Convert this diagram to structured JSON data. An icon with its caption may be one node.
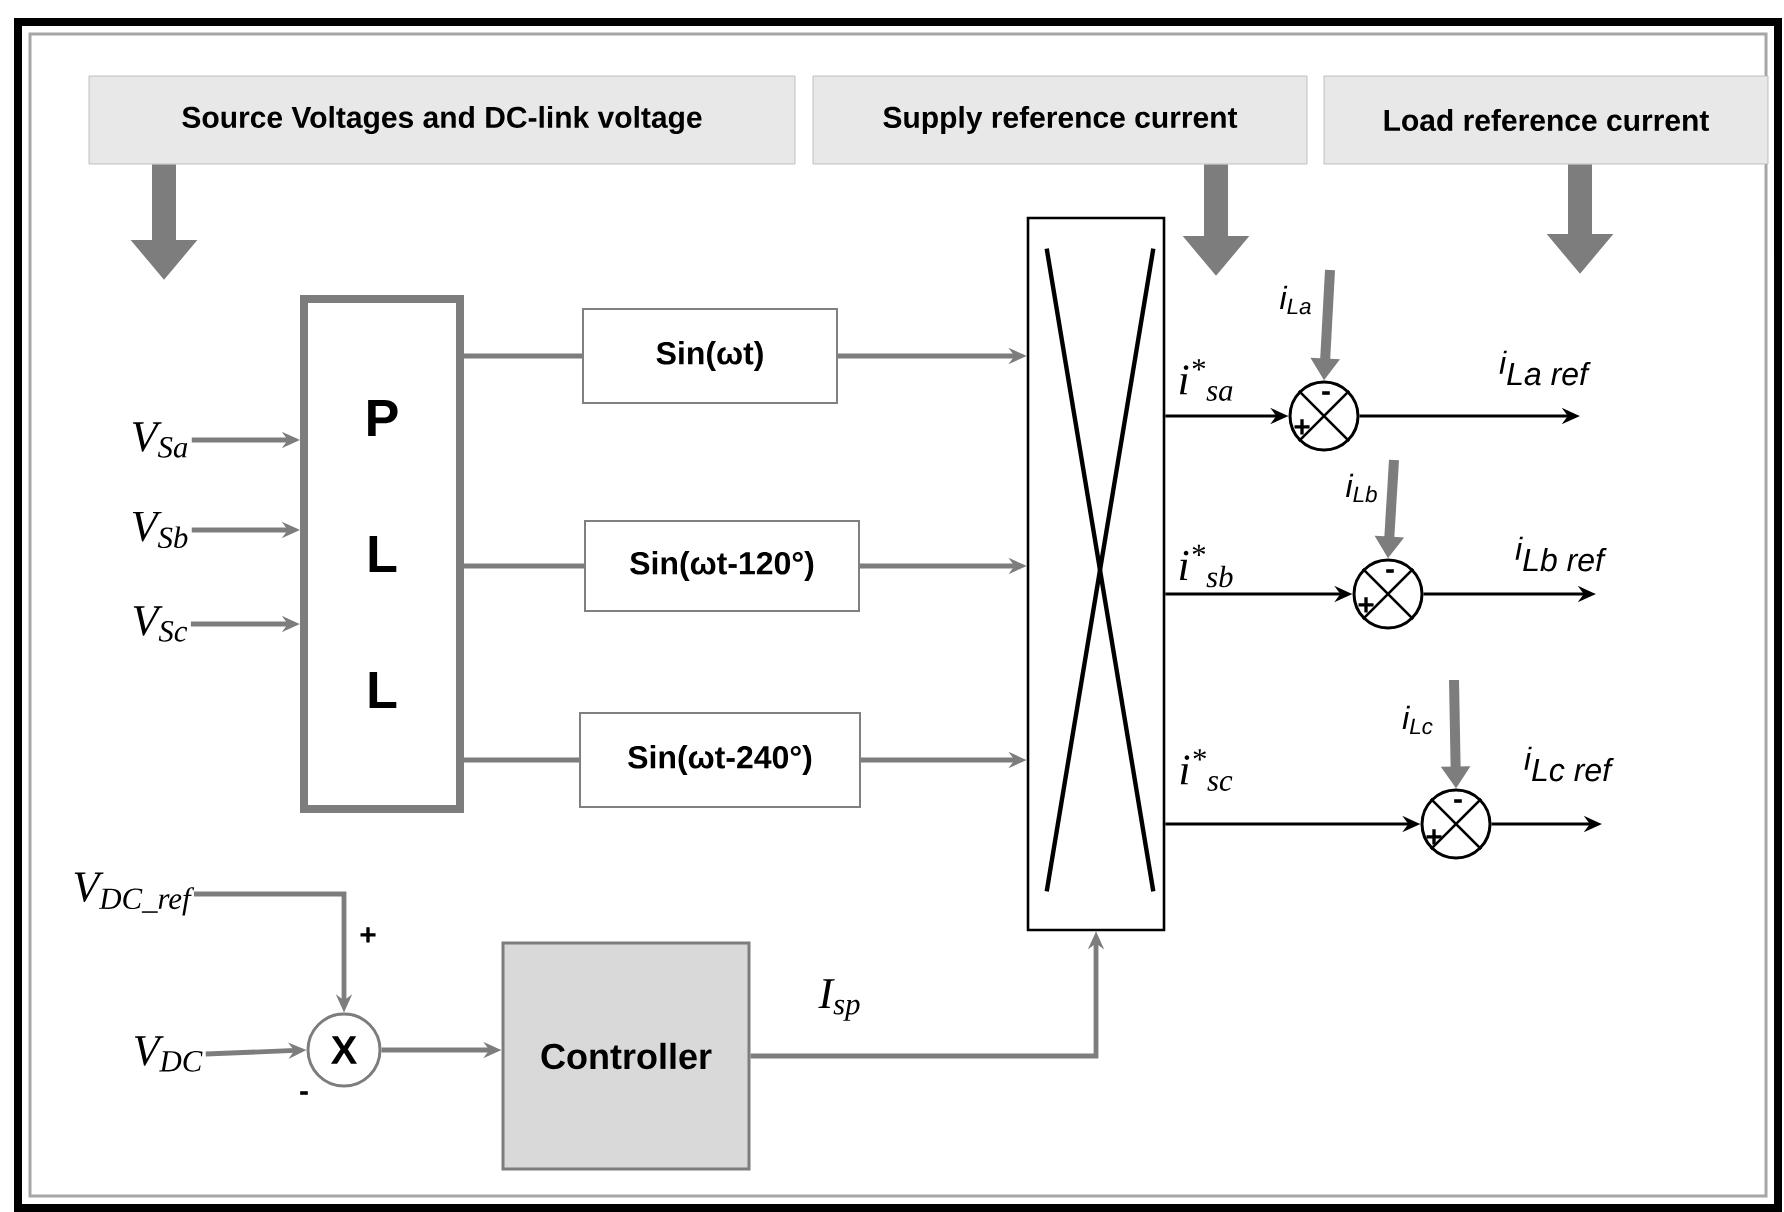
{
  "diagram": {
    "nodes": [
      {
        "text": [
          "Source Voltages and DC-link voltage"
        ]
      },
      {
        "text": [
          "Supply reference current"
        ]
      },
      {
        "text": [
          "Load reference current"
        ]
      },
      {
        "text": [
          "P L L"
        ]
      },
      {
        "text": [
          "Sin(ωt)"
        ]
      },
      {
        "text": [
          "Sin(ωt-120°)"
        ]
      },
      {
        "text": [
          "Sin(ωt-240°)"
        ]
      },
      {
        "text": [],
        "shape": "box"
      },
      {
        "text": [
          "V$_{Sa}$"
        ]
      },
      {
        "text": [
          "V$_{Sb}$"
        ]
      },
      {
        "text": [
          "V$_{Sc}$"
        ]
      },
      {
        "text": [
          "V$_{DC_ref}$"
        ]
      },
      {
        "text": [
          "V$_{DC}$"
        ]
      },
      {
        "text": [
          "X"
        ]
      },
      {
        "text": [
          "Controller"
        ]
      },
      {
        "text": [],
        "shape": "circle"
      },
      {
        "text": [],
        "shape": "circle"
      },
      {
        "text": [],
        "shape": "circle"
      }
    ],
    "edges": [
      {
        "from": 8,
        "to": 3,
        "arrow": "to"
      },
      {
        "from": 9,
        "to": 3,
        "arrow": "to"
      },
      {
        "from": 10,
        "to": 3,
        "arrow": "to"
      },
      {
        "from": 3,
        "to": 4,
        "arrow": "none"
      },
      {
        "from": 3,
        "to": 5,
        "arrow": "none"
      },
      {
        "from": 3,
        "to": 6,
        "arrow": "none"
      },
      {
        "from": 4,
        "to": 7,
        "arrow": "to"
      },
      {
        "from": 5,
        "to": 7,
        "arrow": "to"
      },
      {
        "from": 6,
        "to": 7,
        "arrow": "to"
      },
      {
        "from": 11,
        "to": 13,
        "arrow": "to"
      },
      {
        "from": 12,
        "to": 13,
        "arrow": "to"
      },
      {
        "from": 13,
        "to": 14,
        "arrow": "to"
      },
      {
        "from": 14,
        "to": 7,
        "arrow": "to",
        "label": "I$_{sp}$"
      },
      {
        "from": 7,
        "to": 15,
        "arrow": "to",
        "label": "i$^{*}$$_{sa}$",
        "color": "#000000"
      },
      {
        "from": 7,
        "to": 16,
        "arrow": "to",
        "label": "i$^{*}$$_{sb}$",
        "color": "#000000"
      },
      {
        "from": 7,
        "to": 17,
        "arrow": "to",
        "label": "i$^{*}$$_{sc}$",
        "color": "#000000"
      },
      {
        "from": null,
        "to": 15,
        "arrow": "to",
        "label": "i$_{La}$",
        "style": "thick"
      },
      {
        "from": null,
        "to": 16,
        "arrow": "to",
        "label": "i$_{Lb}$",
        "style": "thick"
      },
      {
        "from": null,
        "to": 17,
        "arrow": "to",
        "label": "i$_{Lc}$",
        "style": "thick"
      },
      {
        "from": 15,
        "to": null,
        "arrow": "to",
        "label": "\\textit{i}_{\\textit{La ref}}",
        "color": "#000000"
      },
      {
        "from": 16,
        "to": null,
        "arrow": "to",
        "label": "\\textit{i}_{\\textit{Lb ref}}",
        "color": "#000000"
      },
      {
        "from": 17,
        "to": null,
        "arrow": "to",
        "label": "\\textit{i}_{\\textit{Lc ref}}",
        "color": "#000000"
      },
      {
        "from": 0,
        "to": null,
        "arrow": "to",
        "style": "thick"
      },
      {
        "from": 1,
        "to": null,
        "arrow": "to",
        "style": "thick"
      },
      {
        "from": 2,
        "to": null,
        "arrow": "to",
        "style": "thick"
      }
    ],
    "labels": [
      "-",
      "+",
      "-",
      "+",
      "-",
      "+",
      "+",
      "-"
    ]
  }
}
